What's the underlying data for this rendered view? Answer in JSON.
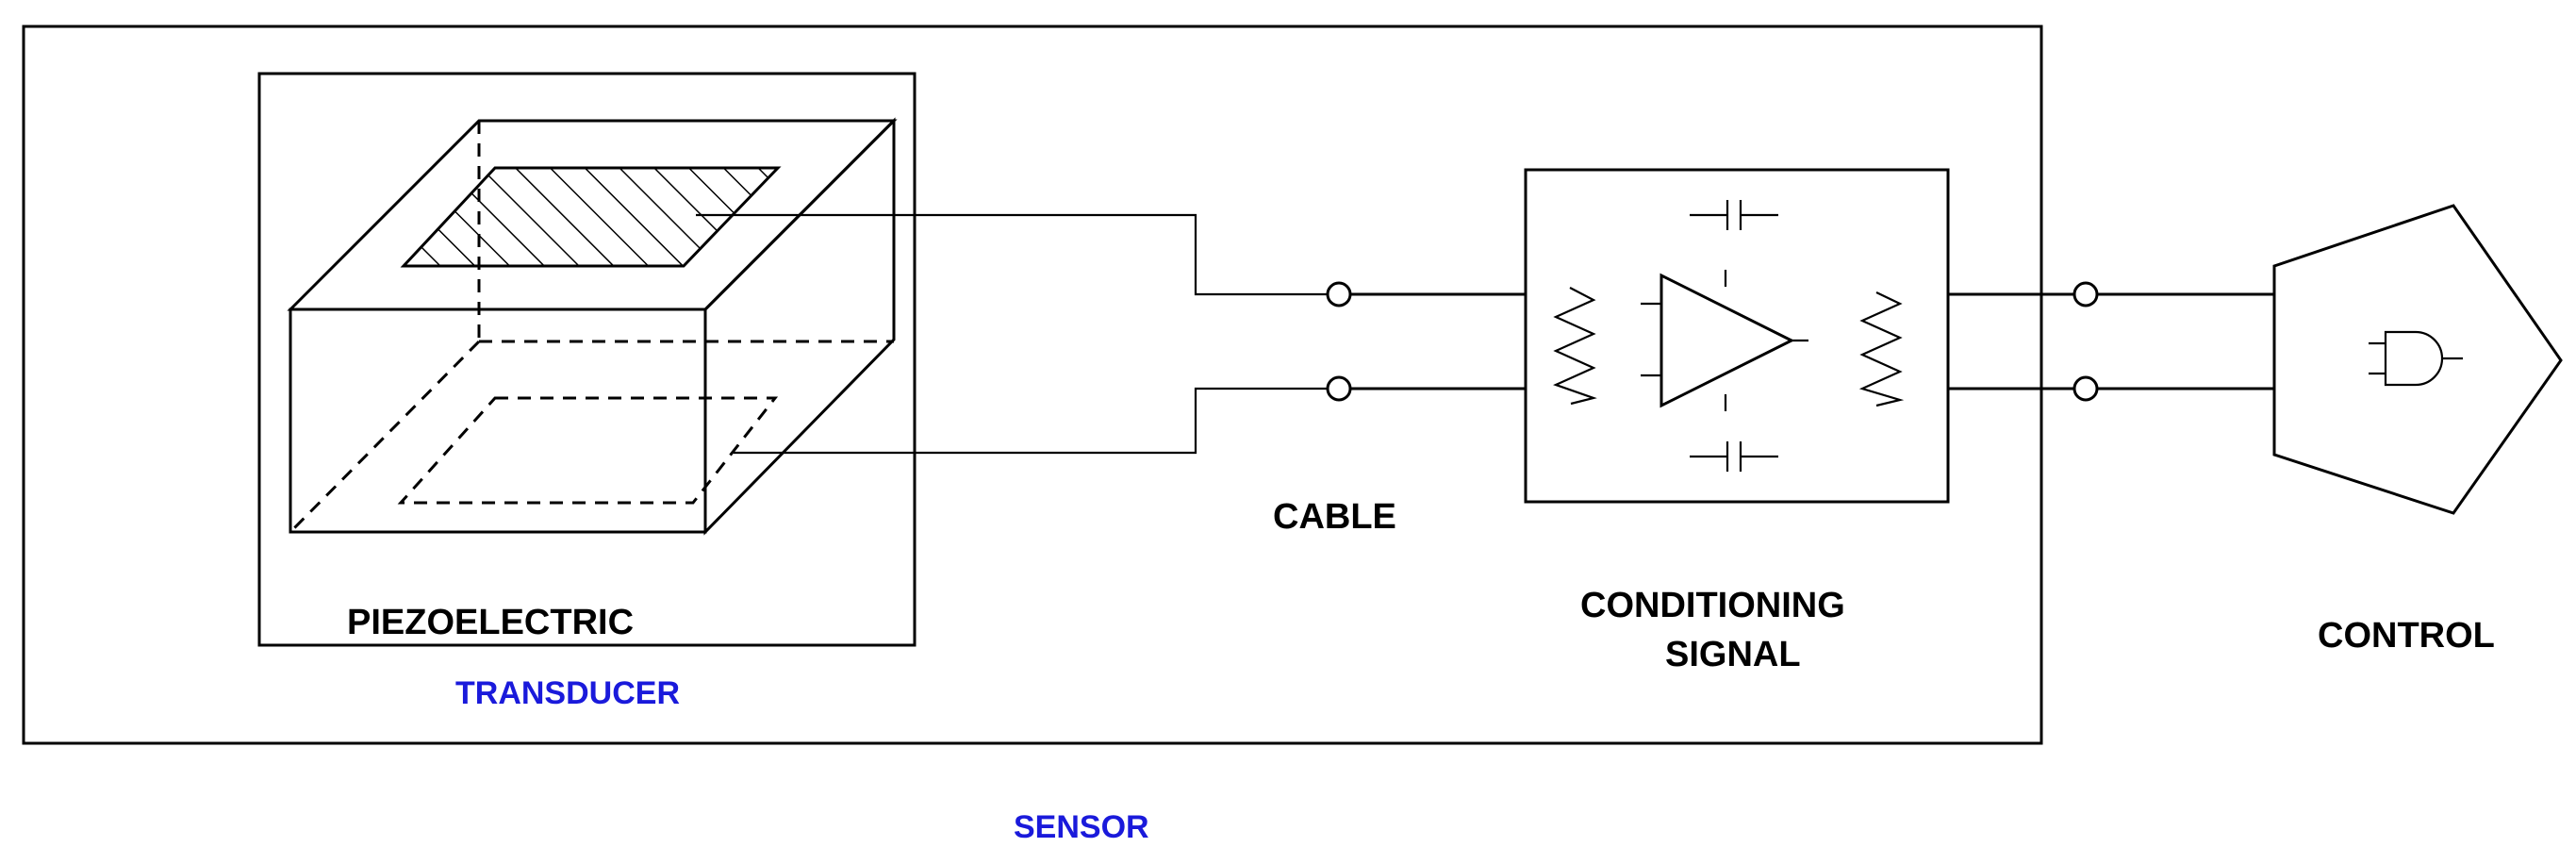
{
  "labels": {
    "piezoelectric": "PIEZOELECTRIC",
    "transducer": "TRANSDUCER",
    "cable": "CABLE",
    "conditioning_line1": "CONDITIONING",
    "conditioning_line2": "SIGNAL",
    "control": "CONTROL",
    "sensor": "SENSOR"
  },
  "colors": {
    "line": "#000000",
    "label_black": "#000000",
    "label_blue": "#1a1adb"
  }
}
